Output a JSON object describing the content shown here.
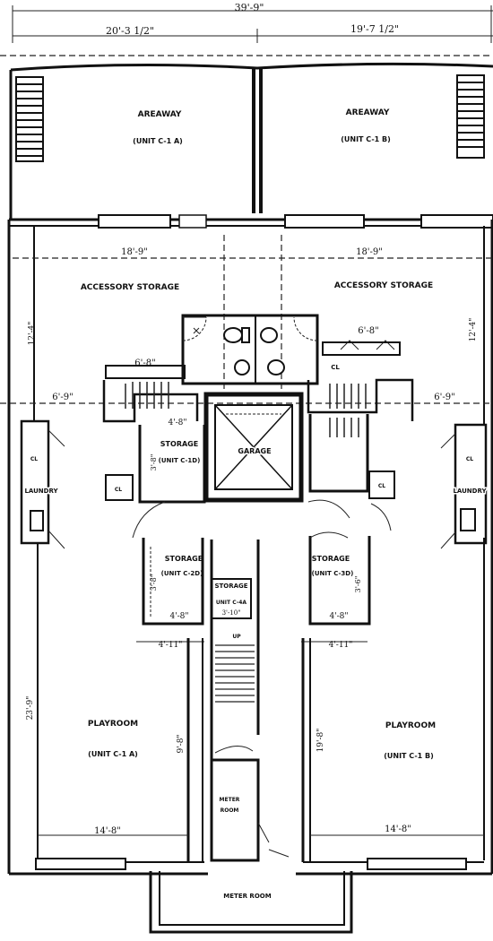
{
  "dimensions": {
    "overall_top": "39'-9\"",
    "left_top": "20'-3 1/2\"",
    "right_top": "19'-7 1/2\"",
    "storage_width_left": "18'-9\"",
    "storage_width_right": "18'-9\"",
    "storage_depth_left": "12'-4\"",
    "storage_depth_right": "12'-4\"",
    "mid_left": "6'-9\"",
    "mid_right": "6'-9\"",
    "closet_left": "6'-8\"",
    "closet_right": "6'-8\"",
    "stair_small_left": "4'-8\"",
    "storage_c1d_side": "3'-8\"",
    "storage_c2d_side": "3'-8\"",
    "storage_c3d_side": "3'-6\"",
    "storage_c4a_side": "3'-10\"",
    "storage_c2d_width": "4'-8\"",
    "storage_c3d_width": "4'-8\"",
    "corridor_left": "4'-11\"",
    "corridor_right": "4'-11\"",
    "playroom_depth_left": "23'-9\"",
    "playroom_right_depth": "9'-8\"",
    "playroom_depth_right": "19'-8\"",
    "playroom_width_left": "14'-8\"",
    "playroom_width_right": "14'-8\""
  },
  "rooms": {
    "areaway_left": "AREAWAY",
    "areaway_left_unit": "(UNIT C-1 A)",
    "areaway_right": "AREAWAY",
    "areaway_right_unit": "(UNIT C-1 B)",
    "accessory_storage_left": "ACCESSORY STORAGE",
    "accessory_storage_right": "ACCESSORY STORAGE",
    "garage": "GARAGE",
    "storage_c1d": "STORAGE",
    "storage_c1d_unit": "(UNIT C-1D)",
    "storage_c2d": "STORAGE",
    "storage_c2d_unit": "(UNIT C-2D)",
    "storage_c4a": "STORAGE",
    "storage_c4a_unit": "UNIT C-4A",
    "storage_c3d": "STORAGE",
    "storage_c3d_unit": "(UNIT C-3D)",
    "laundry_left": "LAUNDRY",
    "laundry_right": "LAUNDRY",
    "closet": "CL",
    "playroom_left": "PLAYROOM",
    "playroom_left_unit": "(UNIT C-1 A)",
    "playroom_right": "PLAYROOM",
    "playroom_right_unit": "(UNIT C-1 B)",
    "meter_room_upper": "METER",
    "meter_room_upper_2": "ROOM",
    "meter_room_lower": "METER ROOM",
    "up": "UP"
  }
}
